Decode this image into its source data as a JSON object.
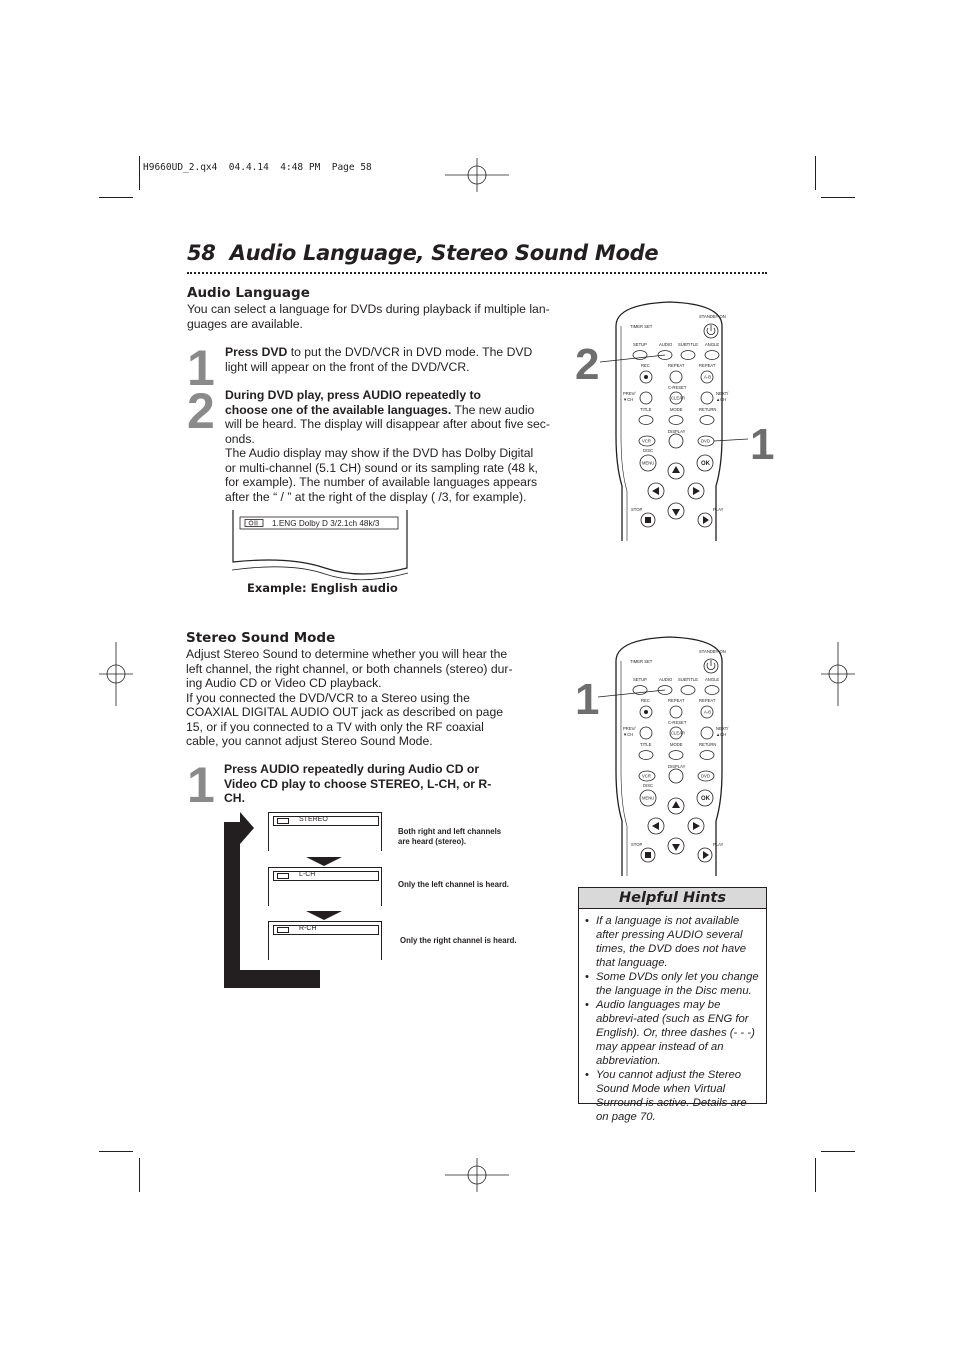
{
  "slug": "H9660UD_2.qx4  04.4.14  4:48 PM  Page 58",
  "header": {
    "page_number": "58",
    "title": "Audio Language, Stereo Sound Mode"
  },
  "audio_language": {
    "heading": "Audio Language",
    "intro_1": "You can select a language for DVDs during playback if multiple lan-",
    "intro_2": "guages are available.",
    "step1": {
      "number": "1",
      "bold": "Press DVD",
      "rest_1": " to put the DVD/VCR in DVD mode. The DVD",
      "rest_2": "light will appear on the front of the DVD/VCR."
    },
    "step2": {
      "number": "2",
      "bold_1": "During DVD play, press AUDIO repeatedly to",
      "bold_2": "choose one of the available languages.",
      "rest_2": " The new audio",
      "l3": "will be heard. The display will disappear after about five sec-",
      "l4": "onds.",
      "l5": "The Audio display may show if the DVD has Dolby Digital",
      "l6": "or multi-channel (5.1 CH) sound or its sampling rate (48 k,",
      "l7": "for example). The number of available languages appears",
      "l8": "after the “ / ” at the right of the display ( /3, for example)."
    },
    "display_text": "1.ENG Dolby D 3/2.1ch 48k/3",
    "example_caption": "Example: English audio"
  },
  "stereo_sound": {
    "heading": "Stereo Sound Mode",
    "p1_1": "Adjust Stereo Sound to determine whether you will hear the",
    "p1_2": "left channel, the right channel, or both channels (stereo) dur-",
    "p1_3": "ing Audio CD or Video CD playback.",
    "p2_1": "If you connected the DVD/VCR to a Stereo using the",
    "p2_2": "COAXIAL DIGITAL AUDIO OUT jack as described on page",
    "p2_3": "15, or if you connected to a TV with only the RF coaxial",
    "p2_4": "cable, you cannot adjust Stereo Sound Mode.",
    "step1": {
      "number": "1",
      "l1": "Press AUDIO repeatedly during Audio CD or",
      "l2": "Video CD play to choose STEREO, L-CH, or R-",
      "l3": "CH."
    },
    "displays": [
      {
        "label": "STEREO",
        "caption_1": "Both right and left channels",
        "caption_2": "are heard (stereo)."
      },
      {
        "label": "L-CH",
        "caption_1": "Only the left channel is heard.",
        "caption_2": ""
      },
      {
        "label": "R-CH",
        "caption_1": "Only the right channel is heard.",
        "caption_2": ""
      }
    ]
  },
  "remote": {
    "callouts_top": [
      "2",
      "1"
    ],
    "callouts_bottom": [
      "1"
    ],
    "labels": {
      "standby": "STANDBY-ON",
      "timer": "TIMER SET",
      "setup": "SETUP",
      "audio": "AUDIO",
      "subtitle": "SUBTITLE",
      "angle": "ANGLE",
      "rec": "REC",
      "repeat": "REPEAT",
      "repeat2": "REPEAT",
      "ab": "A-B",
      "creset": "C-RESET",
      "prev": "PREV/",
      "ch_down": "▼CH",
      "next": "NEXT/",
      "ch_up": "▲CH",
      "title": "TITLE",
      "mode": "MODE",
      "return": "RETURN",
      "clear": "CLEAR",
      "display": "DISPLAY",
      "vcr": "VCR",
      "dvd": "DVD",
      "disc": "DISC",
      "menu": "MENU",
      "ok": "OK",
      "stop": "STOP",
      "play": "PLAY"
    }
  },
  "hints": {
    "title": "Helpful Hints",
    "items": [
      "If a language is not available after pressing AUDIO several times, the DVD does not have that language.",
      "Some DVDs only let you change the language in the Disc menu.",
      "Audio languages may be abbrevi-ated (such as ENG for English). Or, three dashes (- - -) may appear instead of an abbreviation.",
      "You cannot adjust the Stereo Sound Mode when Virtual Surround is active. Details are on page 70."
    ]
  }
}
